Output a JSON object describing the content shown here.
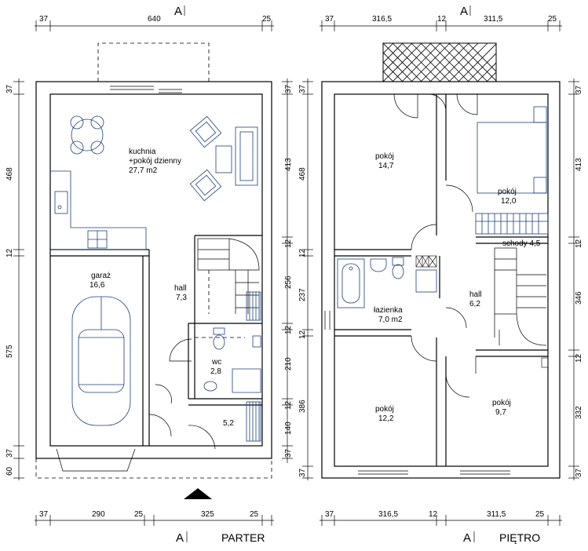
{
  "section_marker": "A",
  "parter": {
    "title": "PARTER",
    "dims_top": [
      "37",
      "640",
      "25"
    ],
    "dims_bottom": [
      "37",
      "290",
      "25",
      "325",
      "25"
    ],
    "dims_left": [
      "37",
      "468",
      "12",
      "575",
      "37",
      "60"
    ],
    "dims_right": [
      "37",
      "413",
      "12",
      "256",
      "12",
      "210",
      "12",
      "140",
      "37"
    ],
    "rooms": {
      "kuchnia": [
        "kuchnia",
        "+pokój dzienny",
        "27,7 m2"
      ],
      "garaz": [
        "garaż",
        "16,6"
      ],
      "hall": [
        "hall",
        "7,3"
      ],
      "wc": [
        "wc",
        "2,8"
      ],
      "small": [
        "5,2"
      ]
    }
  },
  "pietro": {
    "title": "PIĘTRO",
    "dims_top": [
      "37",
      "316,5",
      "12",
      "311,5",
      "25"
    ],
    "dims_bottom": [
      "37",
      "316,5",
      "12",
      "311,5",
      "25"
    ],
    "dims_left": [
      "37",
      "468",
      "12",
      "237",
      "12",
      "386",
      "37"
    ],
    "dims_right": [
      "37",
      "413",
      "12",
      "346",
      "12",
      "332",
      "37"
    ],
    "rooms": {
      "pokoj_nw": [
        "pokój",
        "14,7"
      ],
      "pokoj_ne": [
        "pokój",
        "12,0"
      ],
      "schody": [
        "schody 4,5"
      ],
      "lazienka": [
        "łazienka",
        "7,0 m2"
      ],
      "hall": [
        "hall",
        "6,2"
      ],
      "pokoj_sw": [
        "pokój",
        "12,2"
      ],
      "pokoj_se": [
        "pokój",
        "9,7"
      ]
    }
  }
}
